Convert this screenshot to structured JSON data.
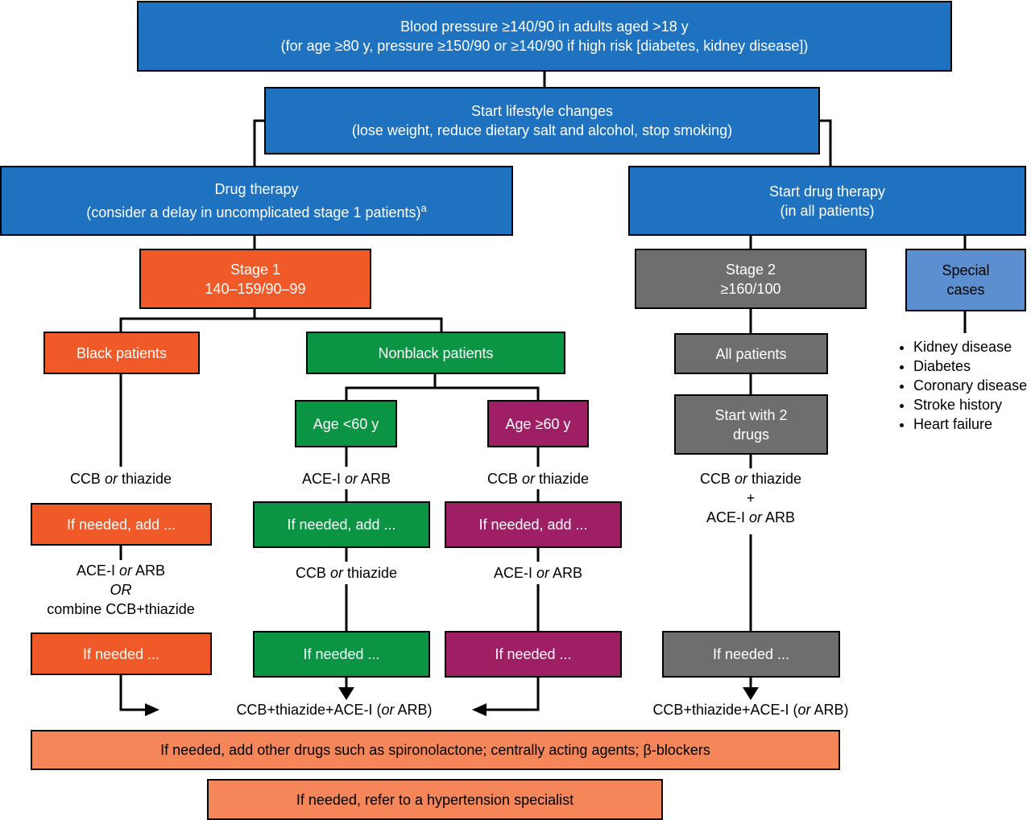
{
  "top": {
    "line1": "Blood pressure ≥140/90 in adults aged >18 y",
    "line2": "(for age ≥80 y, pressure ≥150/90 or ≥140/90 if high risk [diabetes, kidney disease])"
  },
  "lifestyle": {
    "line1": "Start lifestyle changes",
    "line2": "(lose weight, reduce dietary salt and alcohol, stop smoking)"
  },
  "drug_left": {
    "line1": "Drug therapy",
    "line2": "(consider a delay in uncomplicated stage 1 patients)",
    "sup": "a"
  },
  "drug_right": {
    "line1": "Start drug therapy",
    "line2": "(in all patients)"
  },
  "stage1": {
    "line1": "Stage 1",
    "line2": "140–159/90–99"
  },
  "stage2": {
    "line1": "Stage 2",
    "line2": "≥160/100"
  },
  "special": {
    "line1": "Special",
    "line2": "cases",
    "items": [
      "Kidney disease",
      "Diabetes",
      "Coronary disease",
      "Stroke history",
      "Heart failure"
    ]
  },
  "black": "Black patients",
  "nonblack": "Nonblack patients",
  "age_lt60": "Age <60 y",
  "age_ge60": "Age ≥60 y",
  "all_patients": "All patients",
  "start2": {
    "line1": "Start with 2",
    "line2": "drugs"
  },
  "labels": {
    "ccb": "CCB",
    "thiazide": "thiazide",
    "acei": "ACE-I",
    "arb": "ARB",
    "or": "or",
    "OR": "OR",
    "plus": "+",
    "combine": "combine CCB+thiazide",
    "if_needed_add": "If needed, add ...",
    "if_needed": "If needed ...",
    "triple_prefix": "CCB+thiazide+ACE-I (",
    "triple_or": "or",
    "triple_suffix": " ARB)"
  },
  "other_drugs": {
    "prefix": "If needed, add other drugs such as spironolactone; centrally acting agents; ",
    "beta": "β",
    "suffix": "-blockers"
  },
  "refer": "If needed, refer to a hypertension specialist",
  "colors": {
    "blue": "#1f72bf",
    "orange": "#f05a28",
    "green": "#0b9444",
    "magenta": "#9e1f63",
    "gray": "#6d6e70",
    "light_blue": "#5b8fd0",
    "peach": "#f4865a"
  }
}
